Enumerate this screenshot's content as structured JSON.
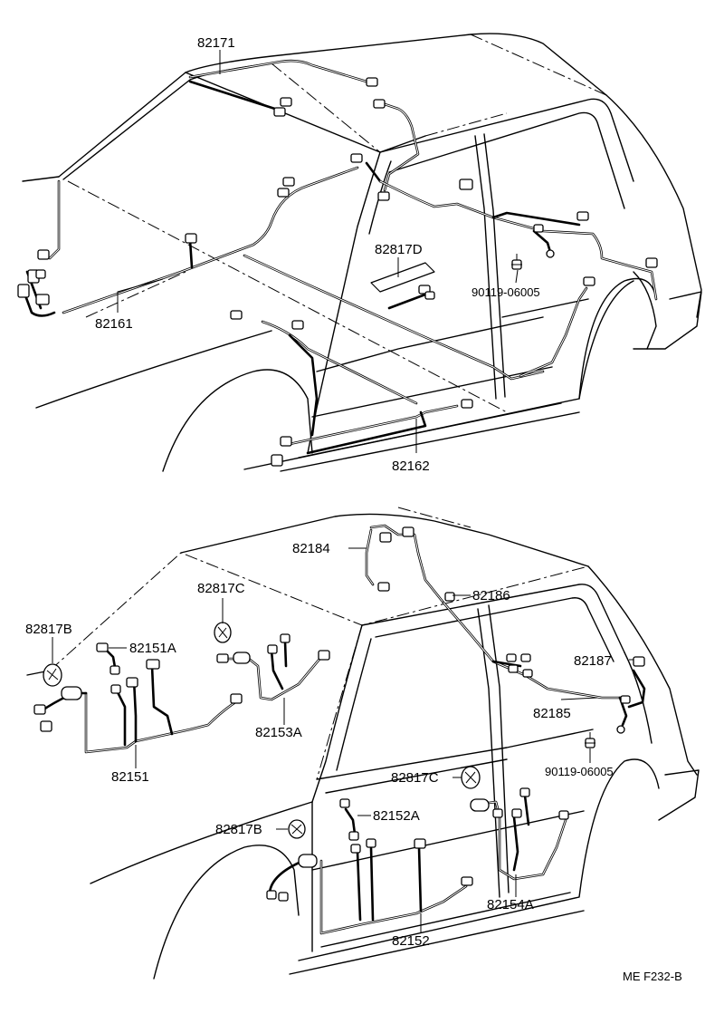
{
  "upper_view": {
    "labels": {
      "roof_harness": "82171",
      "front_floor_harness": "82161",
      "rear_floor_harness": "82162",
      "floor_protector": "82817D",
      "clamp_bolt": "90119-06005"
    }
  },
  "lower_view": {
    "labels": {
      "roof_side_harness": "82184",
      "back_door_harness": "82186",
      "front_door_grommet": "82817C",
      "front_grommet_left": "82817B",
      "front_door_sub": "82151A",
      "front_door_harness": "82151",
      "front_door_wire": "82153A",
      "rear_side_harness": "82187",
      "rear_harness": "82185",
      "clamp_bolt": "90119-06005",
      "rear_door_grommet": "82817C",
      "rear_door_sub": "82152A",
      "rear_grommet_left": "82817B",
      "rear_door_harness": "82152",
      "rear_door_wire": "82154A"
    }
  },
  "figure_code": "ME F232-B"
}
